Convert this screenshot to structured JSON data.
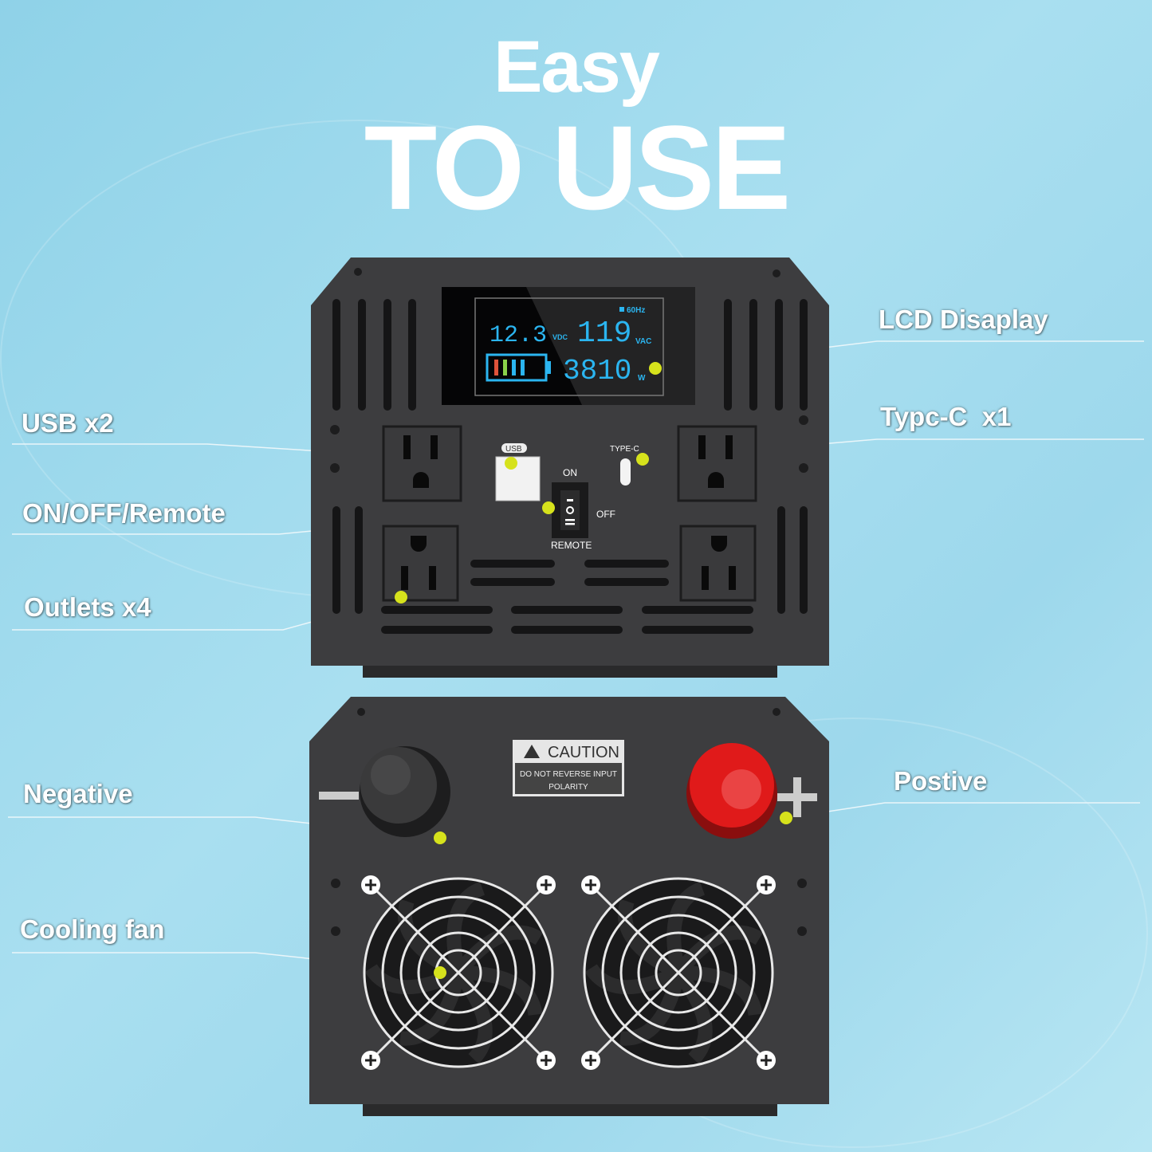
{
  "headline": {
    "line1": "Easy",
    "line2": "TO USE"
  },
  "callouts": {
    "lcd": "LCD Disaplay",
    "type_c": "Typc-C  x1",
    "usb": "USB x2",
    "switch": "ON/OFF/Remote",
    "outlets": "Outlets x4",
    "negative": "Negative",
    "positive": "Postive",
    "fan": "Cooling fan"
  },
  "lcd": {
    "freq": "60Hz",
    "dc_voltage": "12.3",
    "dc_unit": "VDC",
    "ac_voltage": "119",
    "ac_unit": "VAC",
    "power": "3810",
    "power_unit": "W",
    "battery_bars_colors": [
      "#e0533a",
      "#8bd24a",
      "#2bb5f0",
      "#2bb5f0"
    ]
  },
  "panel": {
    "usb_label": "USB",
    "type_c_label": "TYPE-C",
    "on": "ON",
    "off": "OFF",
    "remote": "REMOTE"
  },
  "caution": {
    "title": "CAUTION",
    "line1": "DO NOT REVERSE INPUT",
    "line2": "POLARITY"
  },
  "colors": {
    "accent_dot": "#d6e21c",
    "lcd_digit": "#2bb5f0",
    "positive_terminal": "#e01a1a",
    "body": "#3a3a3c"
  }
}
